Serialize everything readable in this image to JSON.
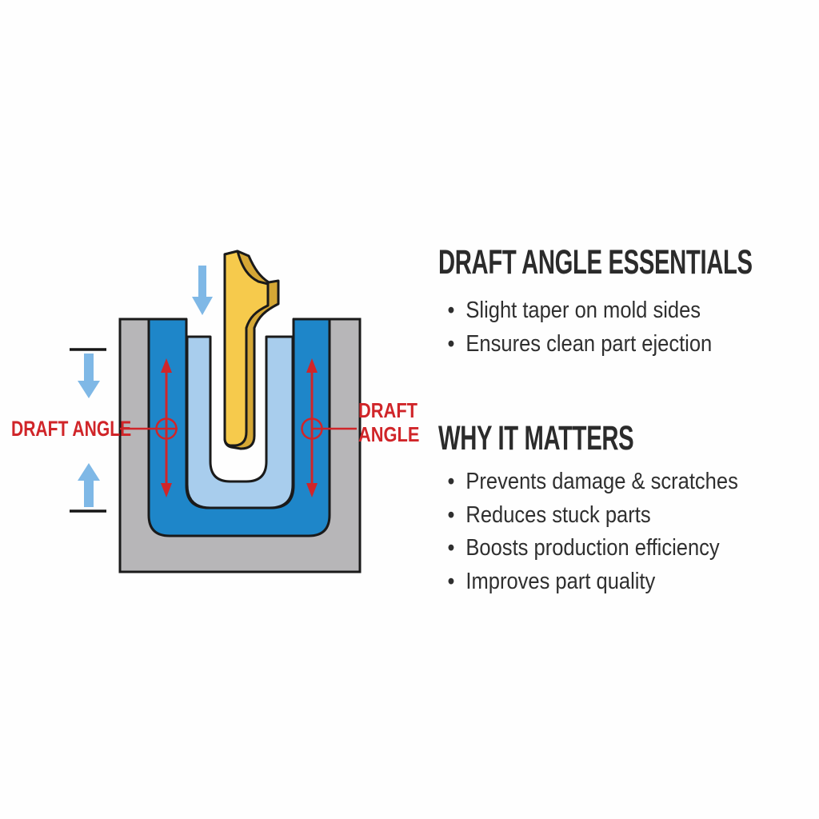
{
  "diagram": {
    "left_label": "DRAFT ANGLE",
    "right_label_lines": [
      "DRAFT",
      "ANGLE"
    ],
    "colors": {
      "mold_gray": "#b7b6b8",
      "mold_dark_blue": "#1e86c9",
      "mold_light_blue": "#a8cded",
      "part_yellow": "#f6ca4c",
      "part_yellow_shade": "#d5a735",
      "annotation_red": "#d02529",
      "arrow_blue": "#7fb8e6",
      "outline_black": "#1a1a1a"
    }
  },
  "panel": {
    "section1": {
      "title": "DRAFT ANGLE ESSENTIALS",
      "bullets": [
        "Slight taper on mold sides",
        "Ensures clean part ejection"
      ]
    },
    "section2": {
      "title": "WHY IT MATTERS",
      "bullets": [
        "Prevents damage & scratches",
        "Reduces stuck parts",
        "Boosts production efficiency",
        "Improves part quality"
      ]
    }
  }
}
